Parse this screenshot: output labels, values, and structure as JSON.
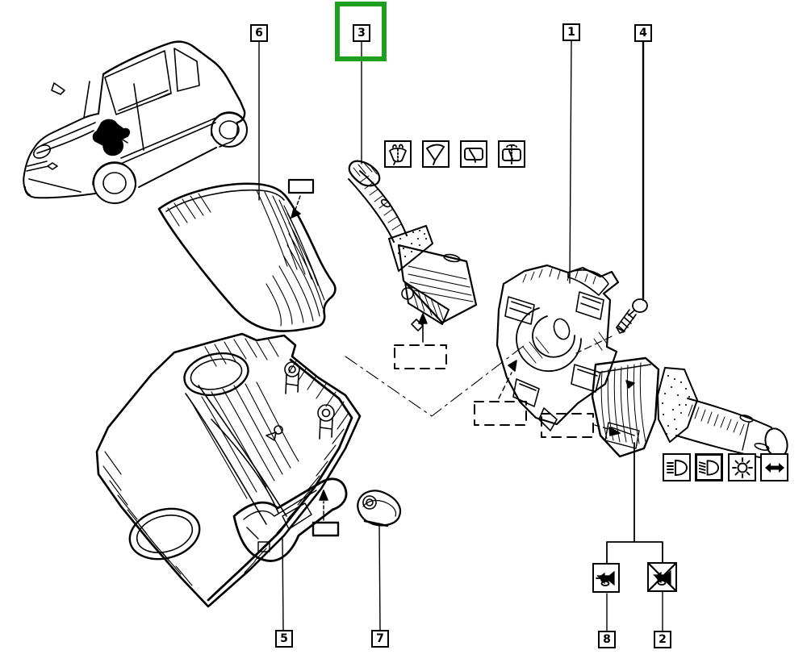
{
  "callouts": {
    "highlighted": "3",
    "items": [
      {
        "label": "6"
      },
      {
        "label": "3"
      },
      {
        "label": "1"
      },
      {
        "label": "4"
      },
      {
        "label": "5"
      },
      {
        "label": "7"
      },
      {
        "label": "8"
      },
      {
        "label": "2"
      }
    ]
  },
  "icons": {
    "wiper_functions": [
      "windscreen-washer",
      "windscreen-wiper",
      "rear-wiper",
      "rear-washer"
    ],
    "lighting_functions": [
      "high-beam",
      "dipped-beam",
      "side-lights",
      "turn-indicators"
    ],
    "horn_functions": [
      "horn",
      "horn-off"
    ]
  },
  "colors": {
    "highlight": "#1f9f1f",
    "line": "#000000",
    "background": "#ffffff"
  }
}
